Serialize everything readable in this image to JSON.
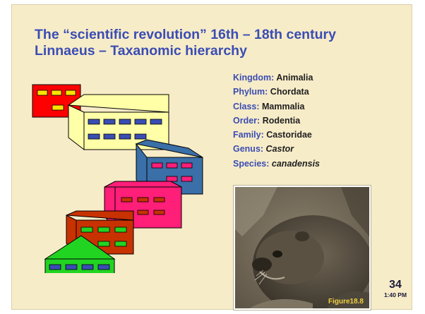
{
  "slide": {
    "title_line1": "The “scientific revolution” 16th – 18th century",
    "title_line2": "Linnaeus – Taxanomic hierarchy",
    "taxonomy": [
      {
        "rank": "Kingdom",
        "value": "Animalia",
        "italic": false
      },
      {
        "rank": "Phylum",
        "value": "Chordata",
        "italic": false
      },
      {
        "rank": "Class",
        "value": "Mammalia",
        "italic": false
      },
      {
        "rank": "Order",
        "value": "Rodentia",
        "italic": false
      },
      {
        "rank": "Family",
        "value": "Castoridae",
        "italic": false
      },
      {
        "rank": "Genus",
        "value": "Castor",
        "italic": true
      },
      {
        "rank": "Species",
        "value": "canadensis",
        "italic": true
      }
    ],
    "figure_caption": "Figure18.8",
    "slide_number": "34",
    "time": "1:40 PM"
  },
  "colors": {
    "background": "#f7ecc8",
    "title": "#3a4db3",
    "window": "#ffe300",
    "window_alt": "#3a4db3",
    "buildings": [
      "#ff0000",
      "#ffffa8",
      "#3a6fa8",
      "#ff1e78",
      "#c83200",
      "#22d422"
    ]
  }
}
